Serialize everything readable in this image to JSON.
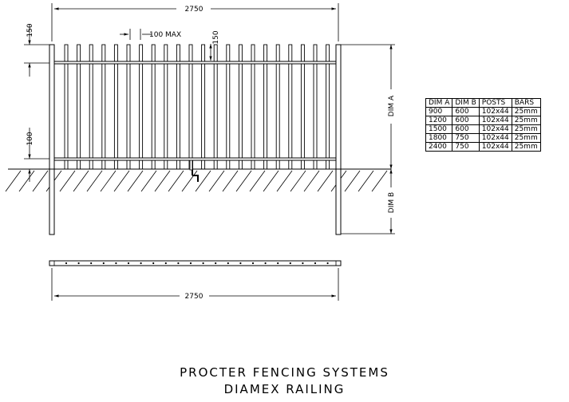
{
  "drawing": {
    "overall_width_top": "2750",
    "overall_width_bottom": "2750",
    "top_offset": "150",
    "bar_spacing": "100 MAX",
    "bar_projection": "150",
    "bottom_clearance": "100",
    "dim_a_label": "DIM A",
    "dim_b_label": "DIM B"
  },
  "table": {
    "headers": [
      "DIM A",
      "DIM B",
      "POSTS",
      "BARS"
    ],
    "rows": [
      [
        "900",
        "600",
        "102x44",
        "25mm"
      ],
      [
        "1200",
        "600",
        "102x44",
        "25mm"
      ],
      [
        "1500",
        "600",
        "102x44",
        "25mm"
      ],
      [
        "1800",
        "750",
        "102x44",
        "25mm"
      ],
      [
        "2400",
        "750",
        "102x44",
        "25mm"
      ]
    ]
  },
  "title": {
    "company": "PROCTER FENCING SYSTEMS",
    "product": "DIAMEX RAILING"
  }
}
